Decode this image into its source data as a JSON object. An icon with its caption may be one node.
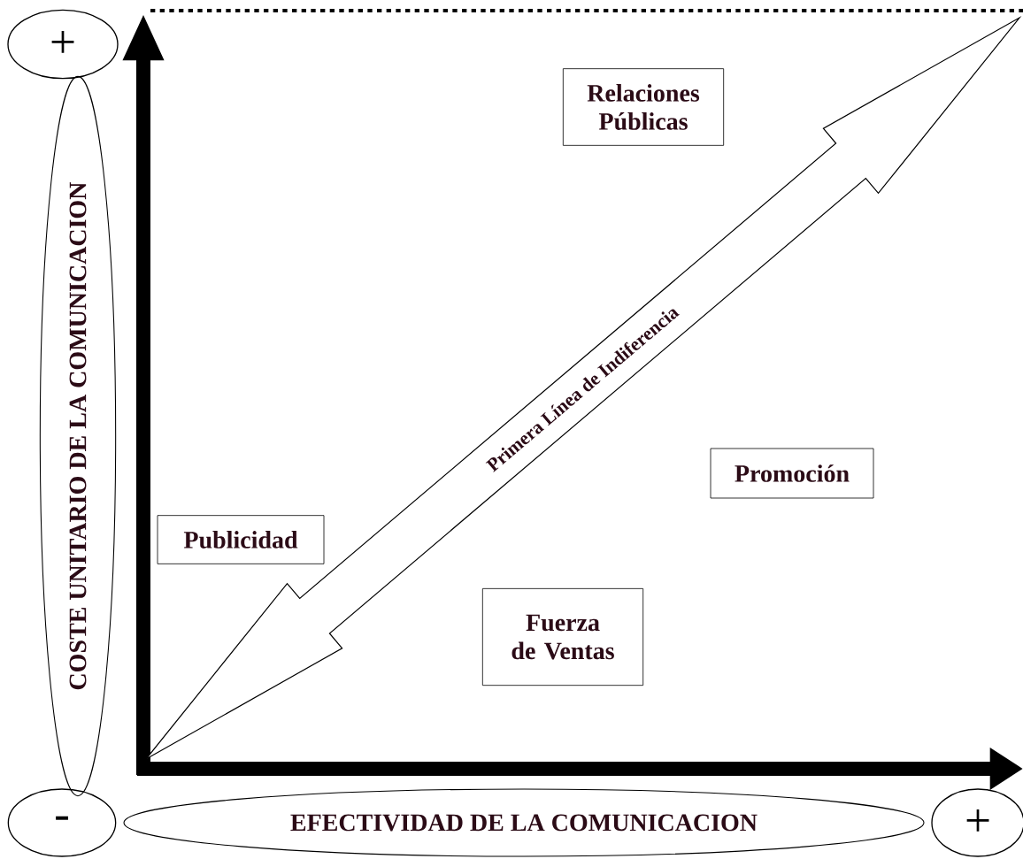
{
  "diagram": {
    "nodes": [
      {
        "text": [
          "+"
        ]
      },
      {
        "text": [
          "COSTE UNITARIO DE LA COMUNICACION"
        ]
      },
      {
        "text": [
          "-"
        ]
      },
      {
        "text": [
          "EFECTIVIDAD DE LA COMUNICACION"
        ]
      },
      {
        "text": [
          "+"
        ]
      },
      {
        "text": [
          "Relaciones Públicas"
        ]
      },
      {
        "text": [
          "Primera Línea de Indiferencia"
        ]
      },
      {
        "text": [
          "Promoción"
        ]
      },
      {
        "text": [
          "Publicidad"
        ]
      },
      {
        "text": [
          "Fuerza de Ventas"
        ]
      }
    ]
  }
}
